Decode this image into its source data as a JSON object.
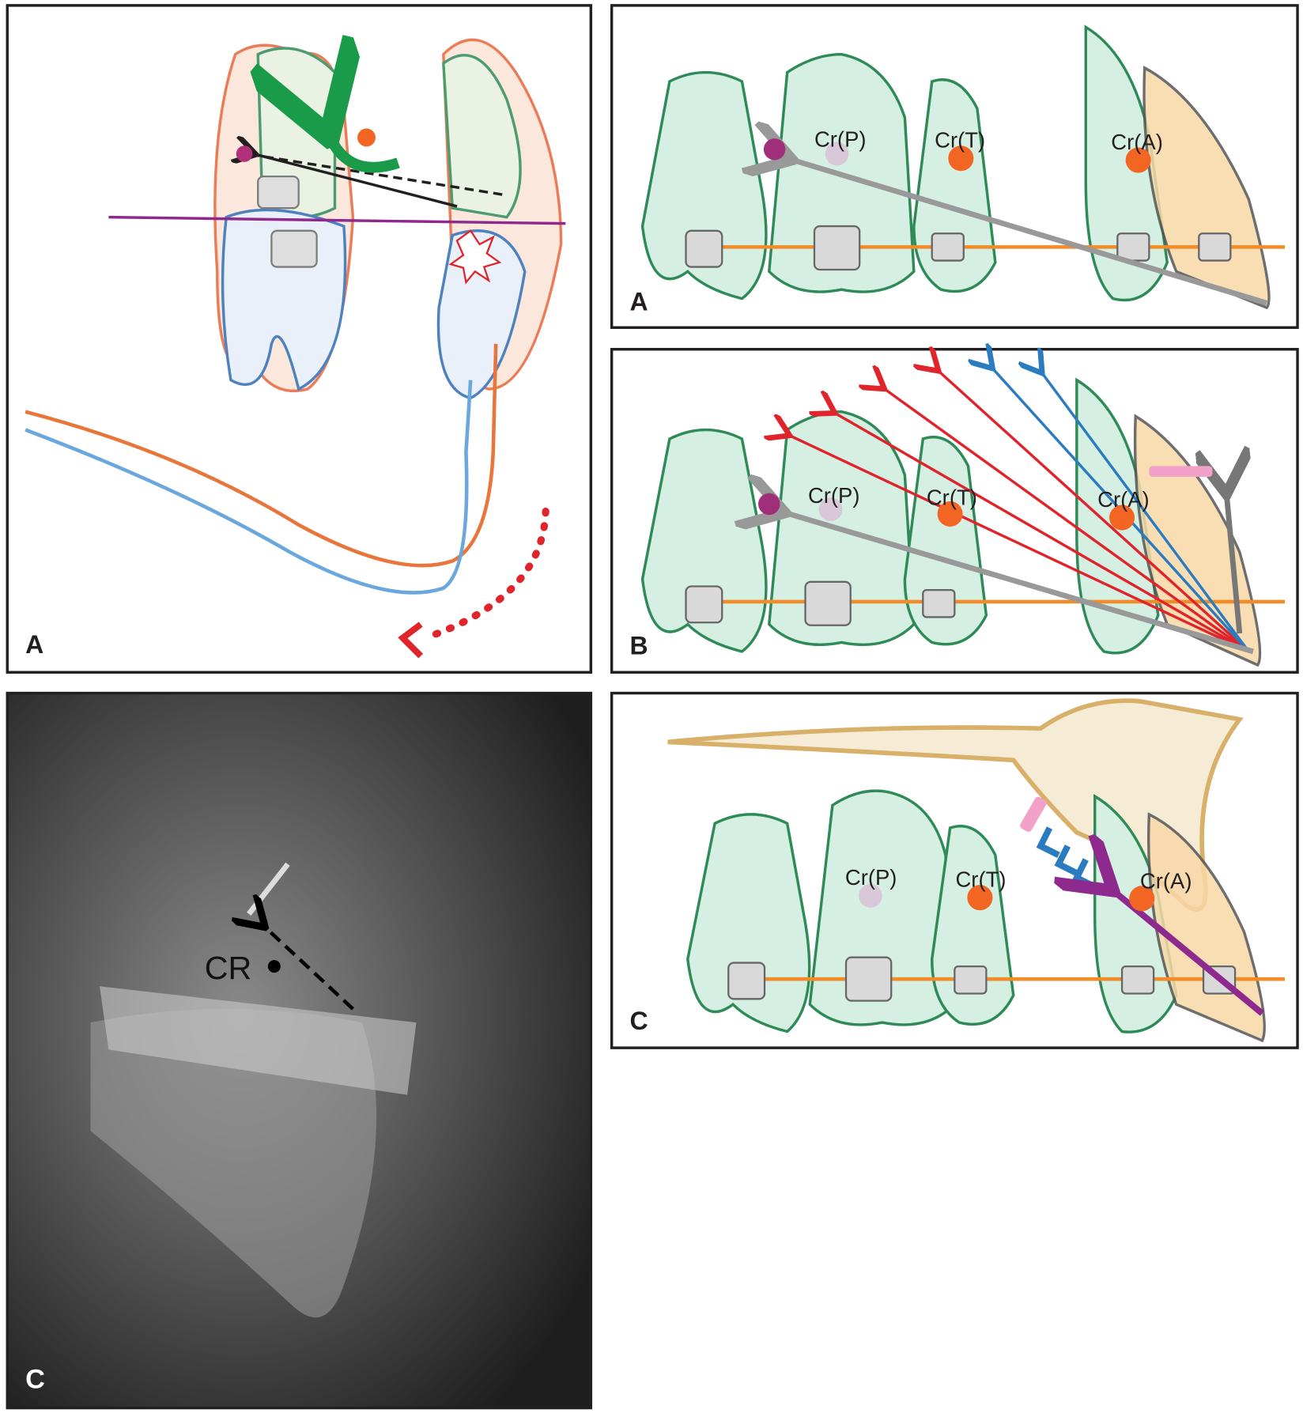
{
  "figure": {
    "left_panel_a": {
      "label": "A"
    },
    "left_panel_c": {
      "label": "C",
      "marker": "CR"
    },
    "right_panel_a": {
      "label": "A",
      "centers": [
        "Cr(P)",
        "Cr(T)",
        "Cr(A)"
      ]
    },
    "right_panel_b": {
      "label": "B",
      "centers": [
        "Cr(P)",
        "Cr(T)",
        "Cr(A)"
      ]
    },
    "right_panel_c": {
      "label": "C",
      "centers": [
        "Cr(P)",
        "Cr(T)",
        "Cr(A)"
      ]
    }
  },
  "colors": {
    "tooth": "#2e8b57",
    "wire": "#f28c28",
    "center_dot": "#f26522",
    "center_pale": "#d8c8d8",
    "force_red": "#e0242b",
    "force_blue": "#2b7bc0",
    "force_purple": "#8e2a8e"
  }
}
